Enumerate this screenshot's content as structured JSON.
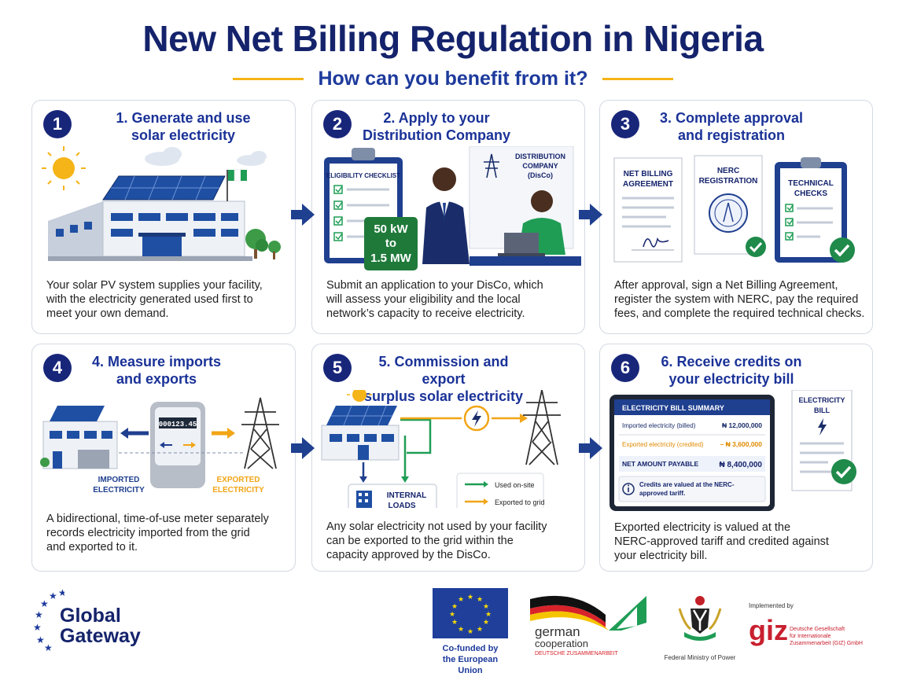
{
  "header": {
    "title": "New Net Billing Regulation in Nigeria",
    "subtitle": "How can you benefit from it?"
  },
  "steps": [
    {
      "number": "1",
      "title_line1": "1. Generate and use",
      "title_line2": "solar electricity",
      "description": [
        "Your solar PV system supplies your facility,",
        "with the electricity generated used first to",
        "meet your own demand."
      ]
    },
    {
      "number": "2",
      "title_line1": "2. Apply to your",
      "title_line2": "Distribution Company",
      "checklist_title": "ELIGIBILITY CHECKLIST",
      "capacity_line1": "50 kW",
      "capacity_line2": "to",
      "capacity_line3": "1.5 MW",
      "disco_line1": "DISTRIBUTION",
      "disco_line2": "COMPANY",
      "disco_line3": "(DisCo)",
      "description": [
        "Submit an application to your DisCo, which",
        "will assess your eligibility and the local",
        "network’s capacity to receive electricity."
      ]
    },
    {
      "number": "3",
      "title_line1": "3. Complete approval",
      "title_line2": "and registration",
      "doc1_line1": "NET BILLING",
      "doc1_line2": "AGREEMENT",
      "doc2_line1": "NERC",
      "doc2_line2": "REGISTRATION",
      "doc3_line1": "TECHNICAL",
      "doc3_line2": "CHECKS",
      "description": [
        "After approval, sign a Net Billing Agreement,",
        "register the system with NERC, pay the required",
        "fees, and complete the required technical checks."
      ]
    },
    {
      "number": "4",
      "title_line1": "4. Measure imports",
      "title_line2": "and exports",
      "meter_reading": "000123.45",
      "imported_line1": "IMPORTED",
      "imported_line2": "ELECTRICITY",
      "exported_line1": "EXPORTED",
      "exported_line2": "ELECTRICITY",
      "description": [
        "A bidirectional, time-of-use meter separately",
        "records electricity imported from the grid",
        "and exported to it."
      ]
    },
    {
      "number": "5",
      "title_line1": "5. Commission and export",
      "title_line2": "surplus solar electricity",
      "loads_line1": "INTERNAL",
      "loads_line2": "LOADS",
      "legend_onsite": "Used on-site",
      "legend_exported": "Exported to grid",
      "description": [
        "Any solar electricity not used by your facility",
        "can be exported to the grid within the",
        "capacity approved by the DisCo."
      ]
    },
    {
      "number": "6",
      "title_line1": "6. Receive credits on",
      "title_line2": "your electricity bill",
      "bill_header": "ELECTRICITY BILL SUMMARY",
      "row1_label": "Imported electricity (billed)",
      "row1_value": "₦ 12,000,000",
      "row2_label": "Exported electricity (credited)",
      "row2_value": "– ₦ 3,600,000",
      "row3_label": "NET AMOUNT PAYABLE",
      "row3_value": "₦ 8,400,000",
      "note_line1": "Credits are valued at the NERC-",
      "note_line2": "approved tariff.",
      "doc_line1": "ELECTRICITY",
      "doc_line2": "BILL",
      "description": [
        "Exported electricity is valued at the",
        "NERC-approved tariff and credited against",
        "your electricity bill."
      ]
    }
  ],
  "footer": {
    "global_gateway_line1": "Global",
    "global_gateway_line2": "Gateway",
    "eu_caption_line1": "Co-funded by",
    "eu_caption_line2": "the European Union",
    "german_line1": "german",
    "german_line2": "cooperation",
    "german_line3": "DEUTSCHE ZUSAMMENARBEIT",
    "ministry": "Federal Ministry of Power",
    "implemented_by": "Implemented by",
    "giz_logo": "giz",
    "giz_line1": "Deutsche Gesellschaft",
    "giz_line2": "für Internationale",
    "giz_line3": "Zusammenarbeit (GIZ) GmbH"
  },
  "colors": {
    "navy": "#18267a",
    "blue": "#1d3a9c",
    "yellow": "#f5b417",
    "green": "#1f9d55",
    "orange": "#f2a516"
  }
}
